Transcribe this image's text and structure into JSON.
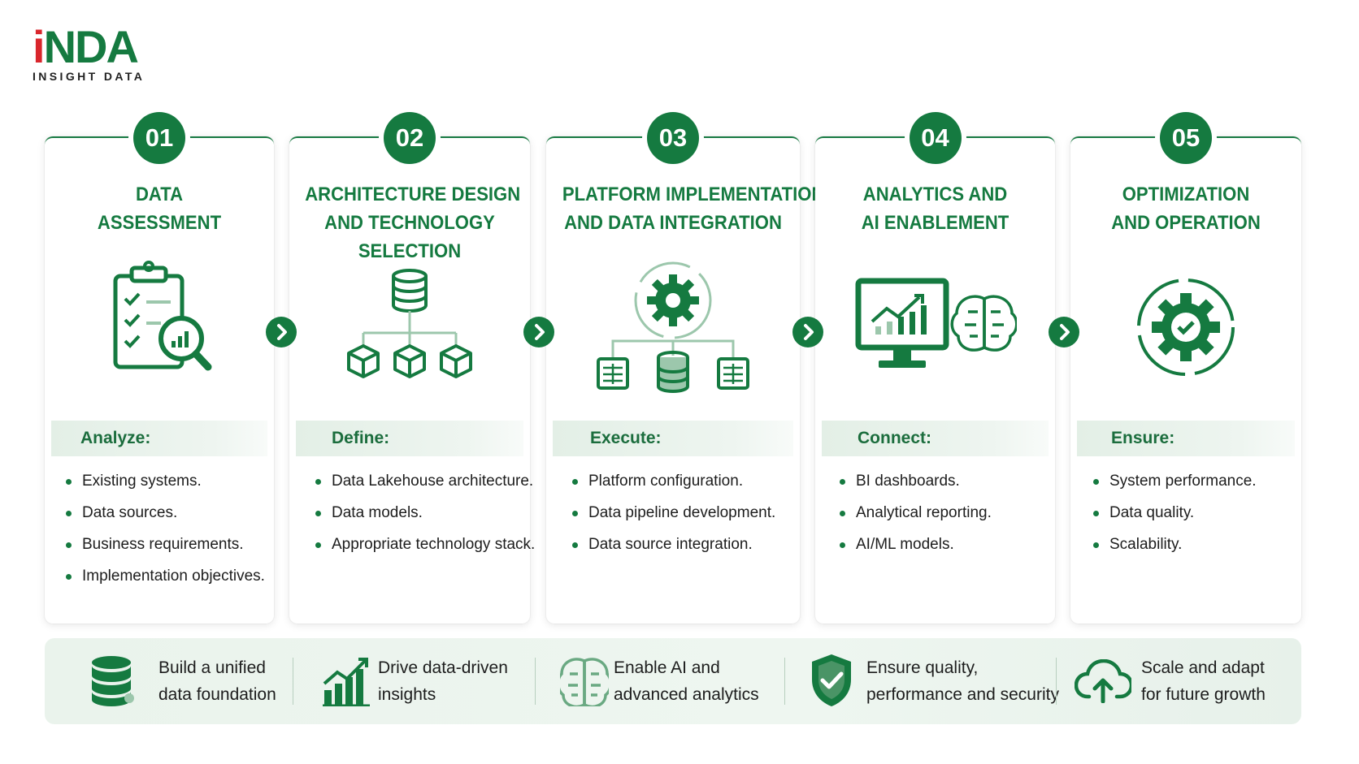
{
  "logo": {
    "mark_red": "i",
    "mark_rest": "NDA",
    "tagline": "INSIGHT DATA"
  },
  "colors": {
    "brand_green": "#157a40",
    "brand_red": "#d9262c",
    "panel_tint": "#eaf3ec"
  },
  "steps": [
    {
      "number": "01",
      "title_lines": [
        "DATA",
        "ASSESSMENT"
      ],
      "icon": "clipboard-analysis-icon",
      "verb": "Analyze:",
      "items": [
        "Existing systems.",
        "Data sources.",
        "Business requirements.",
        "Implementation objectives."
      ]
    },
    {
      "number": "02",
      "title_lines": [
        "ARCHITECTURE DESIGN",
        "AND TECHNOLOGY",
        "SELECTION"
      ],
      "icon": "database-architecture-icon",
      "verb": "Define:",
      "items": [
        "Data Lakehouse architecture.",
        "Data models.",
        "Appropriate technology stack."
      ]
    },
    {
      "number": "03",
      "title_lines": [
        "PLATFORM IMPLEMENTATION",
        "AND DATA INTEGRATION"
      ],
      "icon": "gear-integration-icon",
      "verb": "Execute:",
      "items": [
        "Platform configuration.",
        "Data pipeline development.",
        "Data source integration."
      ]
    },
    {
      "number": "04",
      "title_lines": [
        "ANALYTICS AND",
        "AI ENABLEMENT"
      ],
      "icon": "monitor-chart-brain-icon",
      "verb": "Connect:",
      "items": [
        "BI dashboards.",
        "Analytical reporting.",
        "AI/ML models."
      ]
    },
    {
      "number": "05",
      "title_lines": [
        "OPTIMIZATION",
        "AND OPERATION"
      ],
      "icon": "gear-check-cycle-icon",
      "verb": "Ensure:",
      "items": [
        "System performance.",
        "Data quality.",
        "Scalability."
      ]
    }
  ],
  "benefits": [
    {
      "icon": "database-icon",
      "lines": [
        "Build a unified",
        "data foundation"
      ]
    },
    {
      "icon": "bar-chart-growth-icon",
      "lines": [
        "Drive data-driven",
        "insights"
      ]
    },
    {
      "icon": "brain-icon",
      "lines": [
        "Enable AI and",
        "advanced analytics"
      ]
    },
    {
      "icon": "shield-check-icon",
      "lines": [
        "Ensure quality,",
        "performance and security"
      ]
    },
    {
      "icon": "cloud-upload-icon",
      "lines": [
        "Scale and adapt",
        "for future growth"
      ]
    }
  ]
}
